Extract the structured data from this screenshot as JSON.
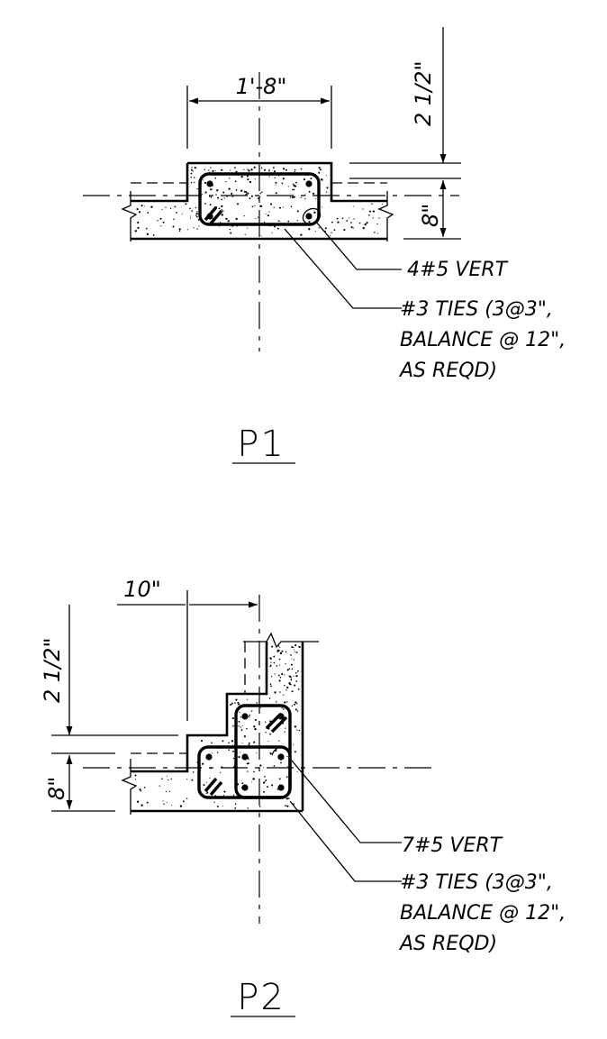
{
  "details": [
    {
      "id": "p1",
      "title": "P1",
      "dims": {
        "width": "1'-8\"",
        "depth": "8\"",
        "height": "2 1/2\""
      },
      "vertical_bars": "4#5 VERT",
      "ties": [
        "#3 TIES (3@3\",",
        "BALANCE @ 12\",",
        "AS REQD)"
      ]
    },
    {
      "id": "p2",
      "title": "P2",
      "dims": {
        "width": "10\"",
        "depth": "8\"",
        "height": "2 1/2\""
      },
      "vertical_bars": "7#5 VERT",
      "ties": [
        "#3 TIES (3@3\",",
        "BALANCE @ 12\",",
        "AS REQD)"
      ]
    }
  ]
}
